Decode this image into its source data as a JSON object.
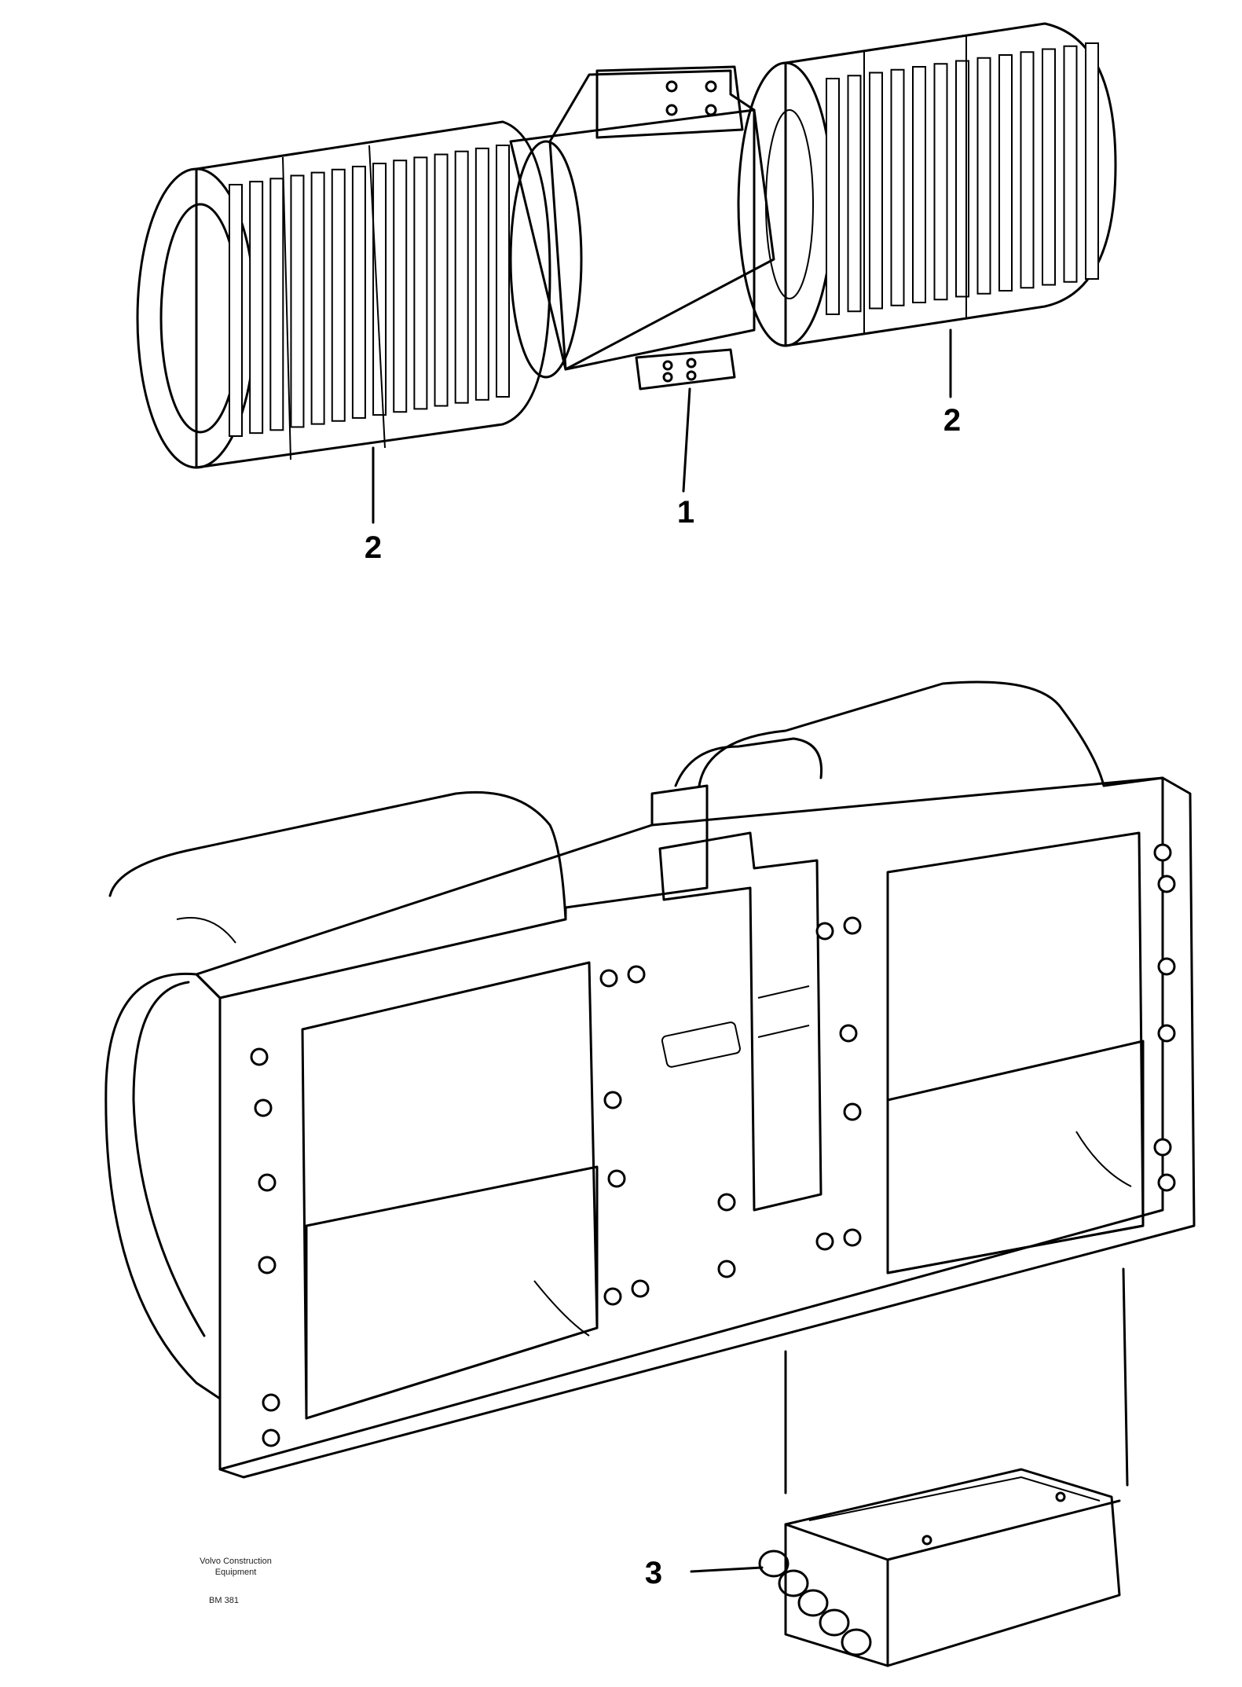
{
  "callouts": {
    "motor": "1",
    "fan_wheel_left": "2",
    "fan_wheel_right": "2",
    "resistor": "3"
  },
  "footer": {
    "company_line1": "Volvo Construction",
    "company_line2": "Equipment",
    "drawing_number": "BM 381"
  }
}
